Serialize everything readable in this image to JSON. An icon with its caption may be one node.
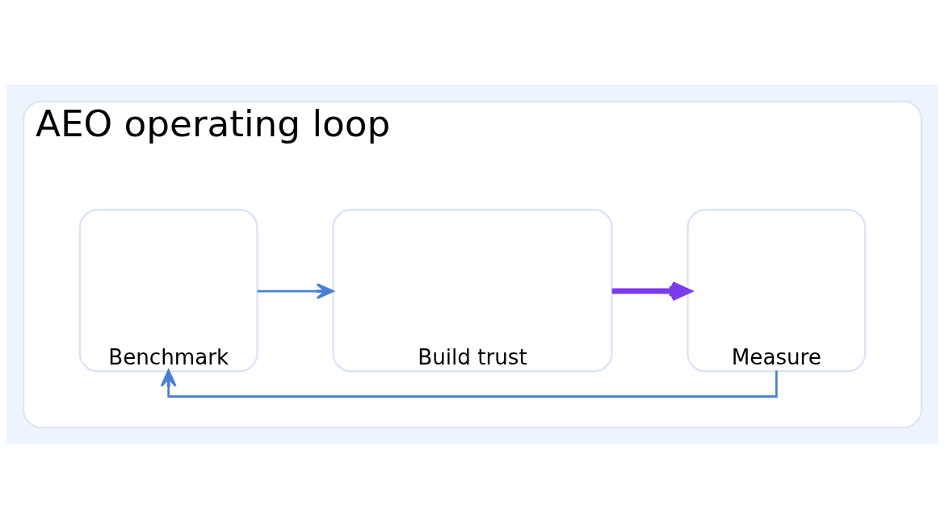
{
  "diagram": {
    "nodes": [
      {
        "text": [
          "AEO operating loop"
        ]
      },
      {
        "text": [
          "Benchmark"
        ],
        "in": 0
      },
      {
        "text": [
          "Build trust"
        ],
        "in": 0
      },
      {
        "text": [
          "Measure"
        ],
        "in": 0
      }
    ],
    "edges": [
      {
        "from": 1,
        "to": 2,
        "arrow": "to"
      },
      {
        "from": 2,
        "to": 3,
        "arrow": "to",
        "style": "thick",
        "color": "#7c3aed"
      },
      {
        "from": 3,
        "to": 1,
        "arrow": "to"
      }
    ]
  }
}
